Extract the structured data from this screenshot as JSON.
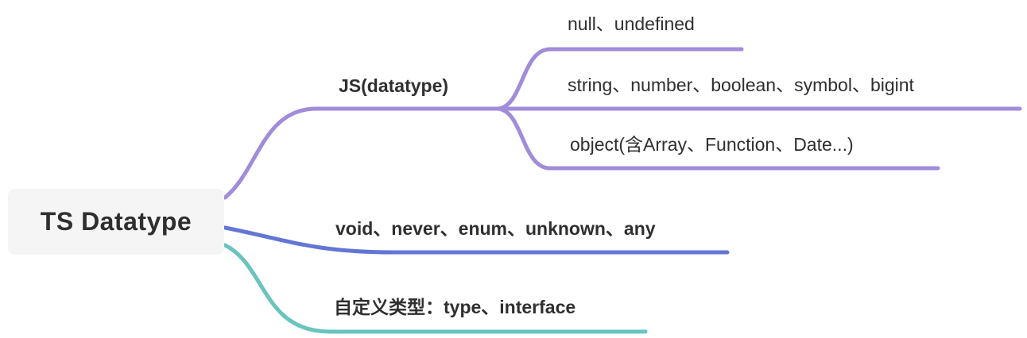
{
  "title": "TS Datatype mind map",
  "root": {
    "label": "TS Datatype"
  },
  "branches": [
    {
      "id": "js-datatype",
      "label": "JS(datatype)",
      "color": "#a18cd9",
      "children": [
        {
          "label": "null、undefined"
        },
        {
          "label": "string、number、boolean、symbol、bigint"
        },
        {
          "label": "object(含Array、Function、Date...)"
        }
      ]
    },
    {
      "id": "ts-extra-types",
      "label": "void、never、enum、unknown、any",
      "color": "#6376d5",
      "children": []
    },
    {
      "id": "custom-types",
      "label": "自定义类型：type、interface",
      "color": "#69c4be",
      "children": []
    }
  ],
  "colors": {
    "background": "#ffffff",
    "root_background": "#f5f5f6",
    "text": "#2f2f2f",
    "branch_purple": "#a18cd9",
    "branch_blue": "#6376d5",
    "branch_teal": "#69c4be"
  }
}
